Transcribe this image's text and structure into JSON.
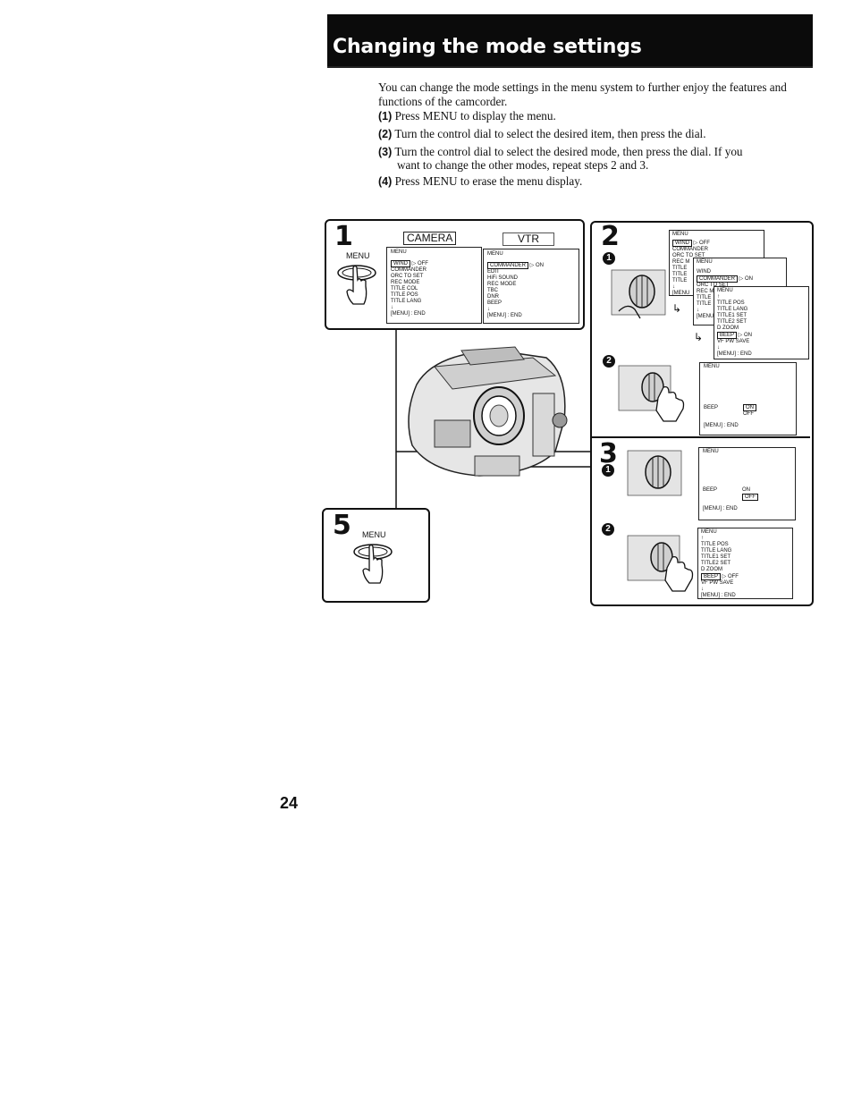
{
  "header": {
    "title": "Changing the mode settings"
  },
  "intro": "You can change the mode settings in the menu system to further enjoy the features and functions of the camcorder.",
  "steps": [
    {
      "num": "(1)",
      "text": "Press MENU to display the menu."
    },
    {
      "num": "(2)",
      "text": "Turn the control dial to select the desired item, then press the dial."
    },
    {
      "num": "(3)",
      "text": "Turn the control dial to select the desired mode, then press the dial. If you"
    },
    {
      "num": "",
      "text": "want to change the other modes, repeat steps 2 and 3."
    },
    {
      "num": "(4)",
      "text": "Press MENU to erase the menu display."
    }
  ],
  "panel1": {
    "num": "1",
    "menu_label": "MENU",
    "camera_label": "CAMERA",
    "vtr_label": "VTR",
    "camera_screen": {
      "header": "MENU",
      "first": "WIND",
      "first_value": "OFF",
      "items": [
        "COMMANDER",
        "ORC TO SET",
        "REC MODE",
        "TITLE COL",
        "TITLE POS",
        "TITLE LANG",
        "↓"
      ],
      "footer": "[MENU] : END"
    },
    "vtr_screen": {
      "header": "MENU",
      "first": "COMMANDER",
      "first_value": "ON",
      "items": [
        "EDIT",
        "HiFi SOUND",
        "REC MODE",
        "TBC",
        "DNR",
        "BEEP",
        "↓"
      ],
      "footer": "[MENU] : END"
    }
  },
  "panel2": {
    "num": "2",
    "step_a": "1",
    "step_b": "2",
    "screen1": {
      "header": "MENU",
      "first": "WIND",
      "first_value": "OFF",
      "items": [
        "COMMANDER",
        "ORC TO SET",
        "REC M",
        "TITLE",
        "TITLE",
        "TITLE",
        "↓",
        "[MENU"
      ]
    },
    "screen2": {
      "header": "MENU",
      "items_pre": [
        "WIND"
      ],
      "sel": "COMMANDER",
      "sel_value": "ON",
      "items": [
        "ORC TO SET",
        "REC M",
        "TITLE",
        "TITLE",
        "↓",
        "[MENU"
      ]
    },
    "screen3": {
      "header": "MENU",
      "items": [
        "↑",
        "TITLE POS",
        "TITLE LANG",
        "TITLE1 SET",
        "TITLE2 SET",
        "D ZOOM"
      ],
      "sel": "BEEP",
      "sel_value": "ON",
      "after": [
        "VF PW SAVE",
        "↓"
      ],
      "footer": "[MENU] : END"
    },
    "screen4": {
      "header": "MENU",
      "item": "BEEP",
      "value_on": "ON",
      "value_off": "OFF",
      "footer": "[MENU] : END"
    }
  },
  "panel3": {
    "num": "3",
    "step_a": "1",
    "step_b": "2",
    "screen1": {
      "header": "MENU",
      "item": "BEEP",
      "value_on": "ON",
      "value_off": "OFF",
      "footer": "[MENU] : END"
    },
    "screen2": {
      "header": "MENU",
      "items": [
        "↑",
        "TITLE POS",
        "TITLE LANG",
        "TITLE1 SET",
        "TITLE2 SET",
        "D ZOOM"
      ],
      "sel": "BEEP",
      "sel_value": "OFF",
      "after": [
        "VF PW SAVE",
        "↓"
      ],
      "footer": "[MENU] : END"
    }
  },
  "panel5": {
    "num": "5",
    "menu_label": "MENU"
  },
  "footer": {
    "page_number": "24"
  }
}
